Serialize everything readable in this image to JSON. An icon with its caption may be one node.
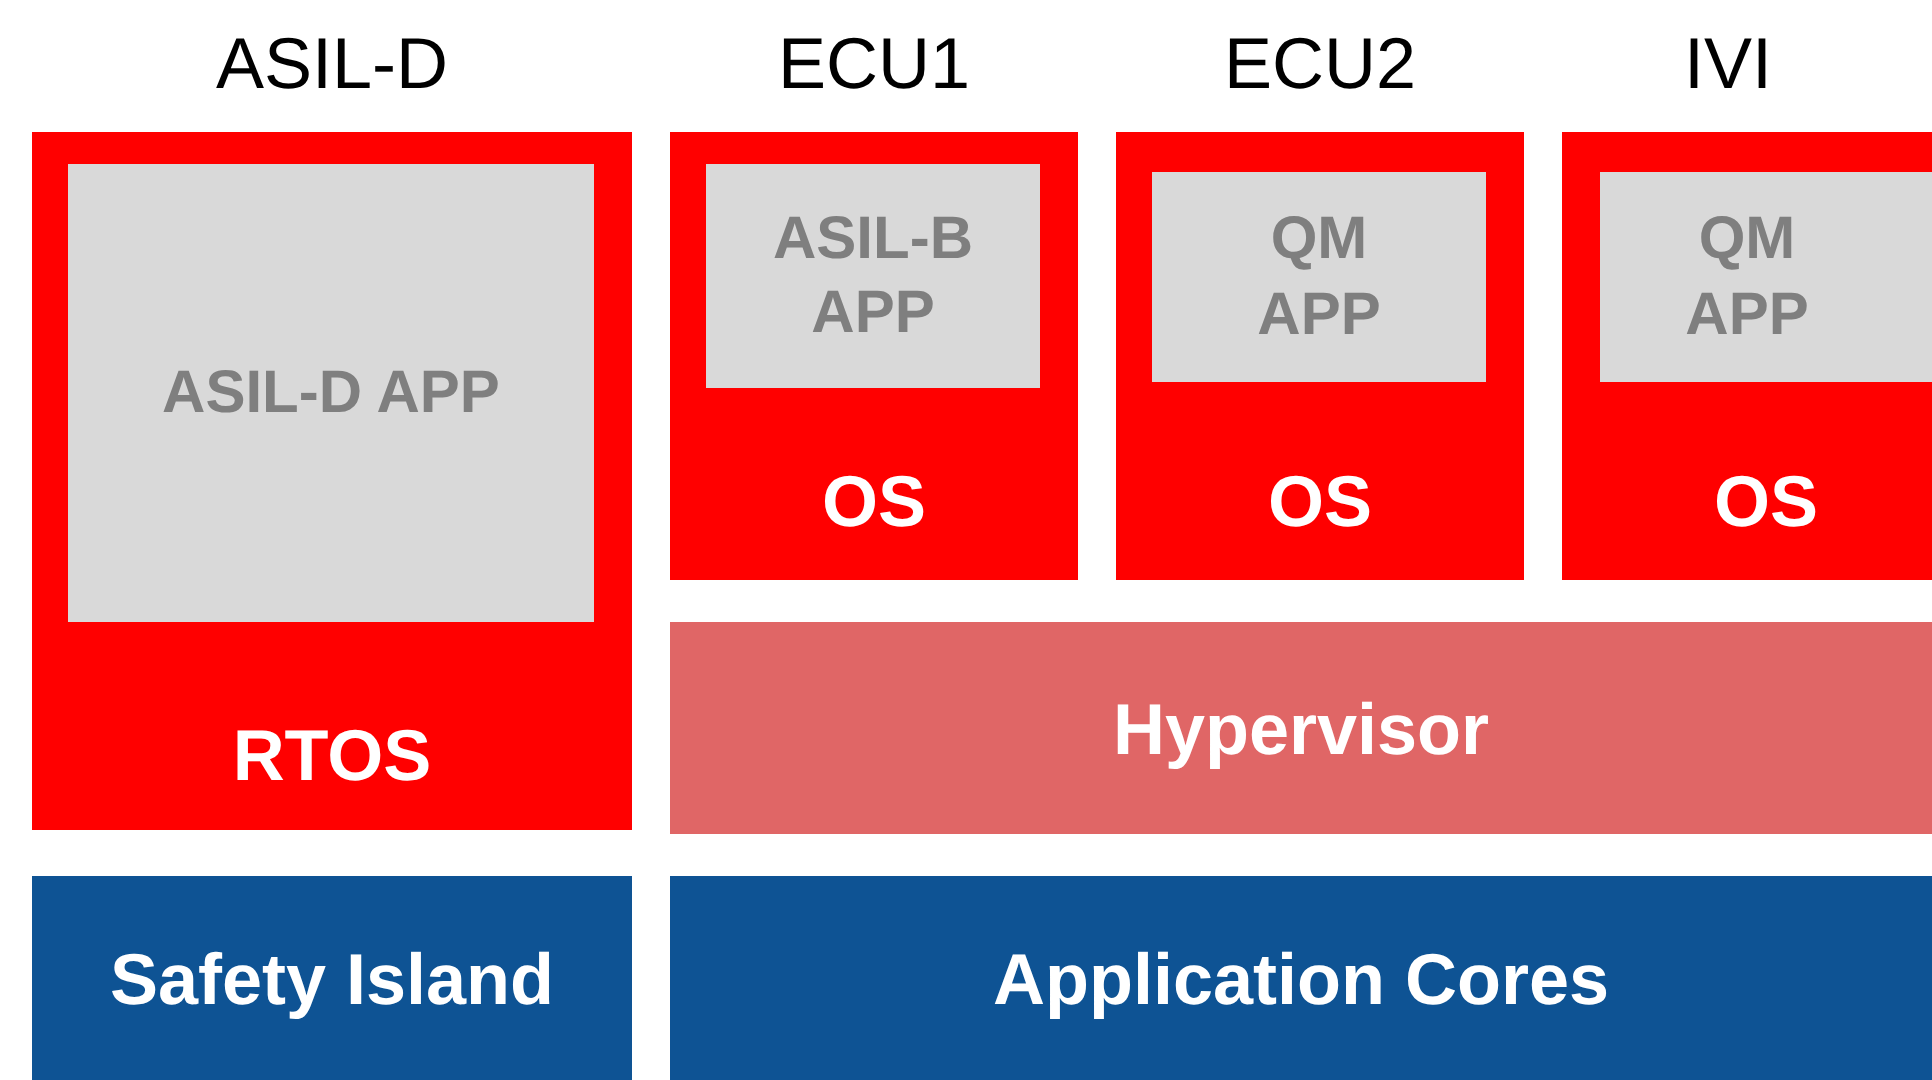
{
  "diagram": {
    "nodes": [
      {
        "text": [
          "ASIL-D",
          "RTOS"
        ]
      },
      {
        "text": [
          "ASIL-D APP"
        ],
        "in": 0
      },
      {
        "text": [
          "ECU1",
          "OS"
        ]
      },
      {
        "text": [
          "ASIL-B APP"
        ],
        "in": 2
      },
      {
        "text": [
          "ECU2",
          "OS"
        ]
      },
      {
        "text": [
          "QM APP"
        ],
        "in": 4
      },
      {
        "text": [
          "IVI",
          "OS"
        ]
      },
      {
        "text": [
          "QM APP"
        ],
        "in": 6
      },
      {
        "text": [
          "Hypervisor"
        ]
      },
      {
        "text": [
          "Safety Island"
        ]
      },
      {
        "text": [
          "Application Cores"
        ]
      }
    ]
  }
}
